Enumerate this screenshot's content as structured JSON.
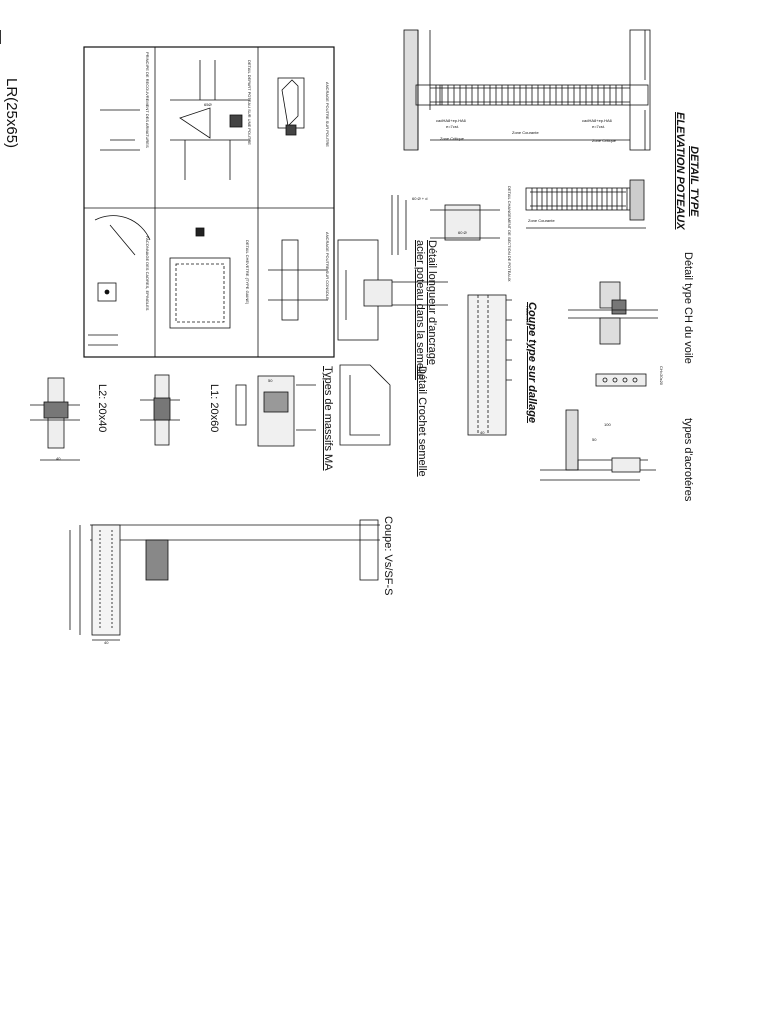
{
  "side_label": "LR(25x65)",
  "titles": {
    "detail_type": "DETAIL TYPE",
    "elevation_poteaux": "ELEVATION POTEAUX",
    "detail_ch_voile": "Détail type  CH du voile",
    "types_acroteres": "types d'acrotéres",
    "coupe_dallage": "Coupe type sur dallage",
    "detail_crochet": "Détail Crochet semelle",
    "types_massifs": "Types de massifs MA",
    "longueur_ancrage_1": "Détail longueur d'ancrage",
    "longueur_ancrage_2": "acier poteau dans la semelle",
    "l1": "L1: 20x60",
    "l2": "L2: 20x40",
    "coupe_vs": "Coupe: Vs/SF-S"
  },
  "panel_labels": {
    "ancrage_poutre": "ANCRAGE POUTRE SUR POUTRE",
    "depart_poteau": "DETAIL DEPART POTEAU SUR UNE POUTRE",
    "recouvrement": "PRINCIPE DE RECOUVREMENT DES ARMATURES",
    "ancrage_console": "ANCRAGE POUTRE SUR CONSOLE",
    "chevetre": "DETAIL CHEVETRE (TYPE GAINE)",
    "faconnage": "FACONNAGE DES CADRES, EPINGLES",
    "changement_section": "DETAIL CHANGEMENT DE SECTION DE POTEAUX"
  },
  "annotations": {
    "zone_critique": "Zone Critique",
    "zone_courante": "Zone Courante",
    "cadre_note": "cadHA8+ep.HA6",
    "espacement": "e=7cst.",
    "crochet": "60 Ø + d",
    "sixty": "60 Ø",
    "ha10": "HA8e=20",
    "dim_100": "100",
    "dim_50": "50",
    "dim_40": "40",
    "dim_60": "65Ø",
    "ch_note": "CH=20x20"
  }
}
